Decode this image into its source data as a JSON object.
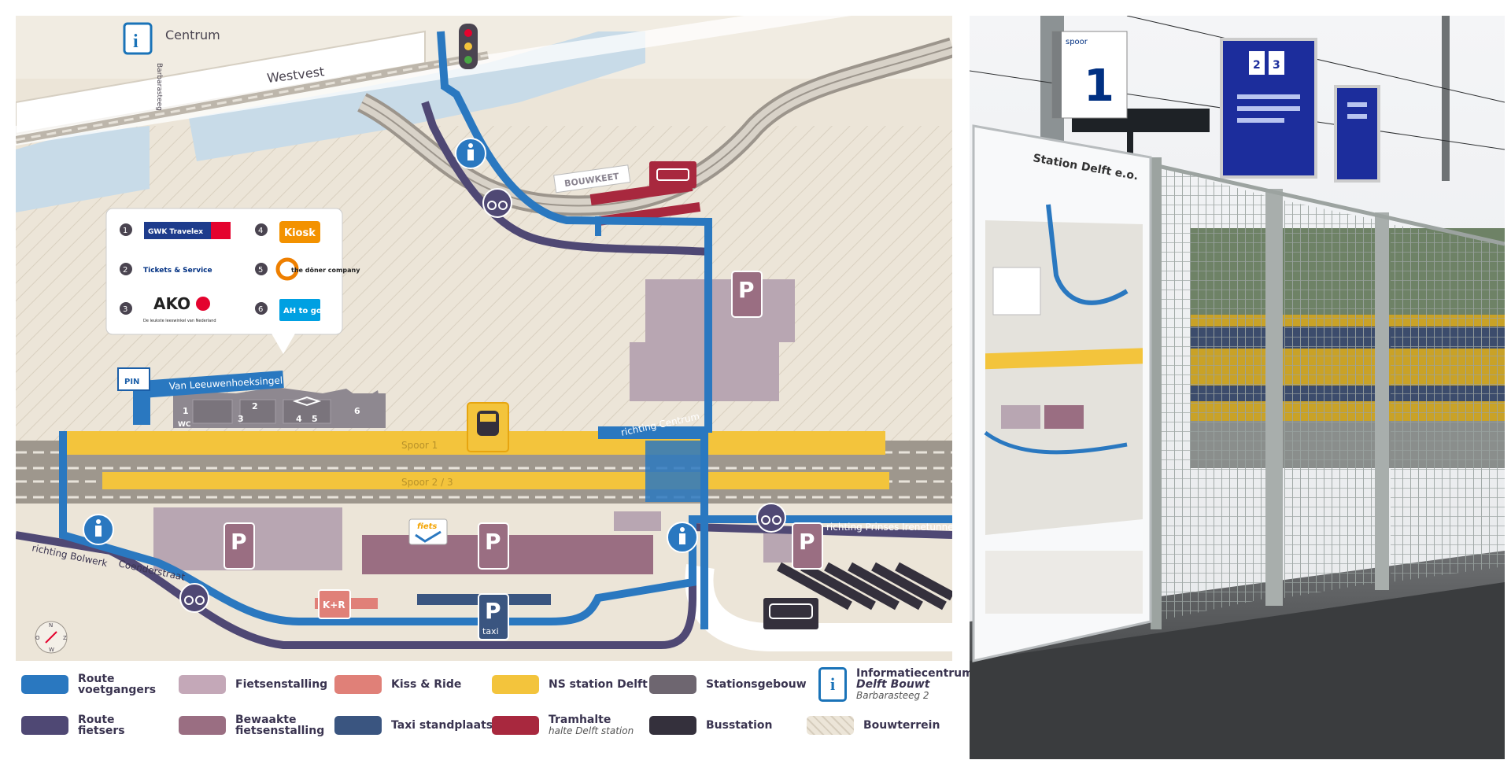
{
  "map": {
    "labels": {
      "centrum": "Centrum",
      "barbarasteeg": "Barbarasteeg",
      "westvest": "Westvest",
      "bouwkeet": "BOUWKEET",
      "van_leeuwenhoeksingel": "Van Leeuwenhoeksingel",
      "spoor1": "Spoor 1",
      "spoor23": "Spoor 2 / 3",
      "richting_centrum": "richting Centrum",
      "richting_prinses": "richting Prinses Irenetunnel",
      "richting_bolwerk": "richting Bolwerk",
      "coenderstraat": "Coenderstraat",
      "pin": "PIN",
      "wc": "WC",
      "kiss_ride": "K+R",
      "taxi": "taxi",
      "fiets": "fiets",
      "parking_letter": "P",
      "info_letter": "i"
    },
    "building_numbers": [
      "1",
      "2",
      "3",
      "4",
      "5",
      "6"
    ],
    "compass": {
      "n": "N",
      "o": "O",
      "z": "Z",
      "w": "W"
    },
    "shops": [
      {
        "number": "1",
        "name": "GWK Travelex",
        "color": "#e4032e"
      },
      {
        "number": "2",
        "name": "Tickets & Service",
        "color": "#003082"
      },
      {
        "number": "3",
        "name": "AKO",
        "subtitle": "De leukste leeswinkel van Nederland",
        "color": "#e4032e"
      },
      {
        "number": "4",
        "name": "Kiosk",
        "color": "#f39200"
      },
      {
        "number": "5",
        "name": "the döner company",
        "color": "#ee7f00"
      },
      {
        "number": "6",
        "name": "AH to go",
        "color": "#00a0e2"
      }
    ]
  },
  "legend": [
    {
      "line1": "Route",
      "line2": "voetgangers",
      "color": "#2a78c0"
    },
    {
      "line1": "Fietsenstalling",
      "line2": "",
      "color": "#c4a8b8"
    },
    {
      "line1": "Kiss & Ride",
      "line2": "",
      "color": "#e08078"
    },
    {
      "line1": "NS station Delft",
      "line2": "",
      "color": "#f3c43c"
    },
    {
      "line1": "Stationsgebouw",
      "line2": "",
      "color": "#6e6670"
    },
    {
      "line1": "Informatiecentrum",
      "line2": "Delft Bouwt",
      "sub": "Barbarasteeg 2",
      "color": "#1a73b8"
    },
    {
      "line1": "Route",
      "line2": "fietsers",
      "color": "#4f4874"
    },
    {
      "line1": "Bewaakte",
      "line2": "fietsenstalling",
      "color": "#9a6e82"
    },
    {
      "line1": "Taxi standplaats",
      "line2": "",
      "color": "#3a5580"
    },
    {
      "line1": "Tramhalte",
      "line2": "",
      "sub": "halte Delft station",
      "color": "#a8283e"
    },
    {
      "line1": "Busstation",
      "line2": "",
      "color": "#34303c"
    },
    {
      "line1": "Bouwterrein",
      "line2": "",
      "color": "#ece5d8"
    }
  ],
  "photo": {
    "sign_title": "Station Delft e.o.",
    "spoor_label": "spoor",
    "spoor_number": "1",
    "tracks": [
      "2",
      "3"
    ]
  },
  "colors": {
    "pedestrian": "#2a78c0",
    "cyclist": "#4f4874",
    "station": "#f3c43c",
    "water": "#c8dbe8",
    "ground": "#ece5d8",
    "tram": "#a8283e"
  }
}
